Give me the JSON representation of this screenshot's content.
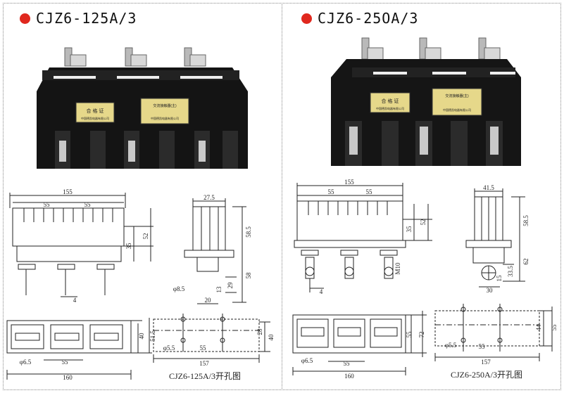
{
  "left": {
    "title": "CJZ6-125A/3",
    "caption": "CJZ6-125A/3开孔图",
    "label": {
      "line1": "合 格 证",
      "line2": "中国德凯电器有限公司"
    },
    "nameplate": {
      "line1": "交流接触器(主)",
      "line2": "中国德凯电器有限公司"
    },
    "front_dims": {
      "width": "155",
      "pitch1": "55",
      "pitch2": "55",
      "h1": "35",
      "h2": "52",
      "pin": "4"
    },
    "side_dims": {
      "top": "27.5",
      "h1": "58.5",
      "h2": "58",
      "h3": "29",
      "h4": "13",
      "hole": "φ8.5",
      "bottom": "20"
    },
    "plan_dims": {
      "height": "40",
      "total": "51.5",
      "hole": "φ6.5",
      "pitch": "55",
      "length": "160"
    },
    "mount_dims": {
      "h1": "28",
      "h2": "40",
      "hole": "φ5.5",
      "pitch": "55",
      "length": "157"
    }
  },
  "right": {
    "title": "CJZ6-25OA/3",
    "caption": "CJZ6-250A/3开孔图",
    "label": {
      "line1": "合 格 证",
      "line2": "中国德凯电器有限公司"
    },
    "nameplate": {
      "line1": "交流接触器(主)",
      "line2": "中国德凯电器有限公司"
    },
    "front_dims": {
      "width": "155",
      "pitch1": "55",
      "pitch2": "55",
      "h1": "35",
      "h2": "52",
      "bolt": "M10",
      "pin": "4"
    },
    "side_dims": {
      "top": "41.5",
      "h1": "58.5",
      "h2": "62",
      "h3": "33.5",
      "h4": "15",
      "bottom": "30"
    },
    "plan_dims": {
      "h1": "55",
      "h2": "72",
      "hole": "φ6.5",
      "pitch": "55",
      "length": "160"
    },
    "mount_dims": {
      "h1": "44",
      "h2": "55",
      "hole": "φ5.5",
      "pitch": "55",
      "length": "157"
    }
  }
}
